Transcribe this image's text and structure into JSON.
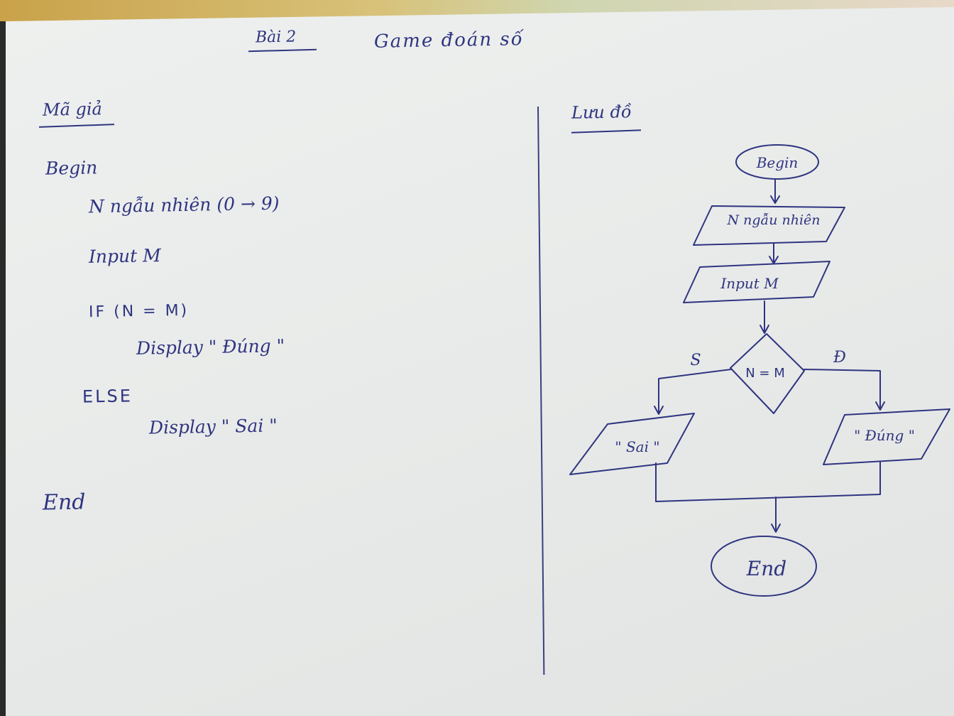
{
  "header": {
    "exercise": "Bài 2",
    "game_name": "Game đoán số"
  },
  "pseudocode": {
    "heading": "Mã giả",
    "begin": "Begin",
    "random": "N ngẫu nhiên   (0 → 9)",
    "input": "Input   M",
    "if": "IF  (N = M)",
    "display_true": "Display   \" Đúng \"",
    "else": "ELSE",
    "display_false": "Display   \" Sai \"",
    "end": "End"
  },
  "flowchart": {
    "heading": "Lưu đồ",
    "begin": "Begin",
    "random": "N ngẫu nhiên",
    "input": "Input  M",
    "decision": "N = M",
    "branch_false": "S",
    "branch_true": "Đ",
    "output_false": "\" Sai \"",
    "output_true": "\" Đúng \"",
    "end": "End"
  },
  "colors": {
    "ink": "#2f3480",
    "paper": "#eceeed"
  }
}
